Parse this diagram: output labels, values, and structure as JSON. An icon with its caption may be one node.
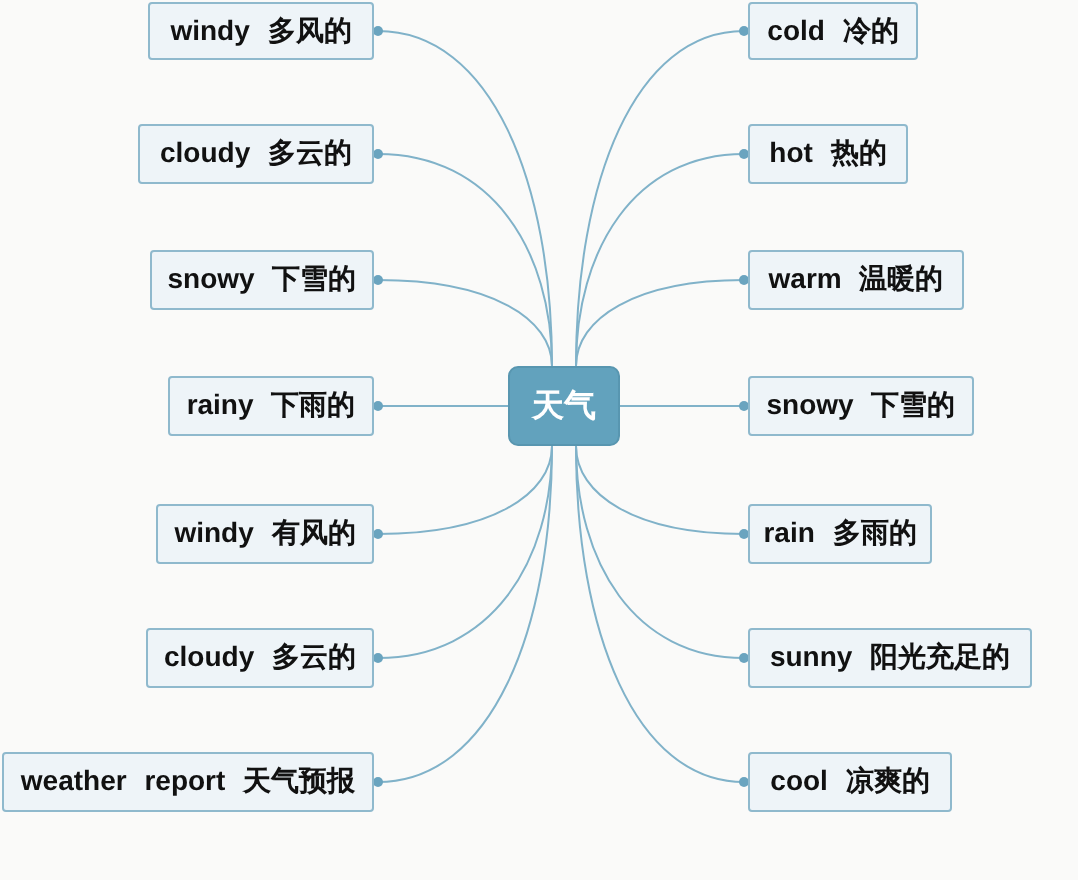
{
  "diagram": {
    "nodes": [
      {
        "text": [
          "天气"
        ]
      },
      {
        "text": [
          "windy 多风的"
        ]
      },
      {
        "text": [
          "cloudy 多云的"
        ]
      },
      {
        "text": [
          "snowy 下雪的"
        ]
      },
      {
        "text": [
          "rainy 下雨的"
        ]
      },
      {
        "text": [
          "windy 有风的"
        ]
      },
      {
        "text": [
          "cloudy 多云的"
        ]
      },
      {
        "text": [
          "weather report 天气预报"
        ]
      },
      {
        "text": [
          "cold 冷的"
        ]
      },
      {
        "text": [
          "hot 热的"
        ]
      },
      {
        "text": [
          "warm 温暖的"
        ]
      },
      {
        "text": [
          "snowy 下雪的"
        ]
      },
      {
        "text": [
          "rain 多雨的"
        ]
      },
      {
        "text": [
          "sunny 阳光充足的"
        ]
      },
      {
        "text": [
          "cool 凉爽的"
        ]
      }
    ],
    "edges": [
      {
        "from": 0,
        "to": 1,
        "arrow": "other"
      },
      {
        "from": 0,
        "to": 2,
        "arrow": "other"
      },
      {
        "from": 0,
        "to": 3,
        "arrow": "other"
      },
      {
        "from": 0,
        "to": 4,
        "arrow": "other"
      },
      {
        "from": 0,
        "to": 5,
        "arrow": "other"
      },
      {
        "from": 0,
        "to": 6,
        "arrow": "other"
      },
      {
        "from": 0,
        "to": 7,
        "arrow": "other"
      },
      {
        "from": 0,
        "to": 8,
        "arrow": "other"
      },
      {
        "from": 0,
        "to": 9,
        "arrow": "other"
      },
      {
        "from": 0,
        "to": 10,
        "arrow": "other"
      },
      {
        "from": 0,
        "to": 11,
        "arrow": "other"
      },
      {
        "from": 0,
        "to": 12,
        "arrow": "other"
      },
      {
        "from": 0,
        "to": 13,
        "arrow": "other"
      },
      {
        "from": 0,
        "to": 14,
        "arrow": "other"
      }
    ]
  }
}
